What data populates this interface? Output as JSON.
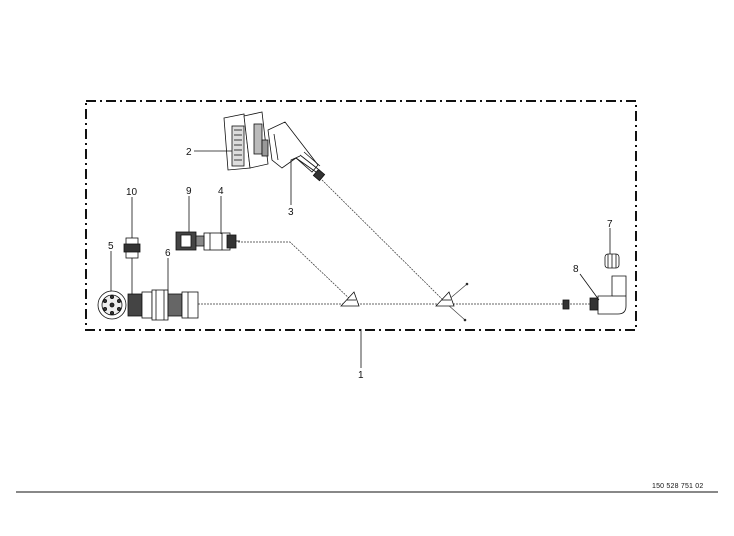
{
  "diagram": {
    "callouts": [
      "1",
      "2",
      "3",
      "4",
      "5",
      "6",
      "7",
      "8",
      "9",
      "10"
    ],
    "document_number": "150 528 751 02"
  }
}
